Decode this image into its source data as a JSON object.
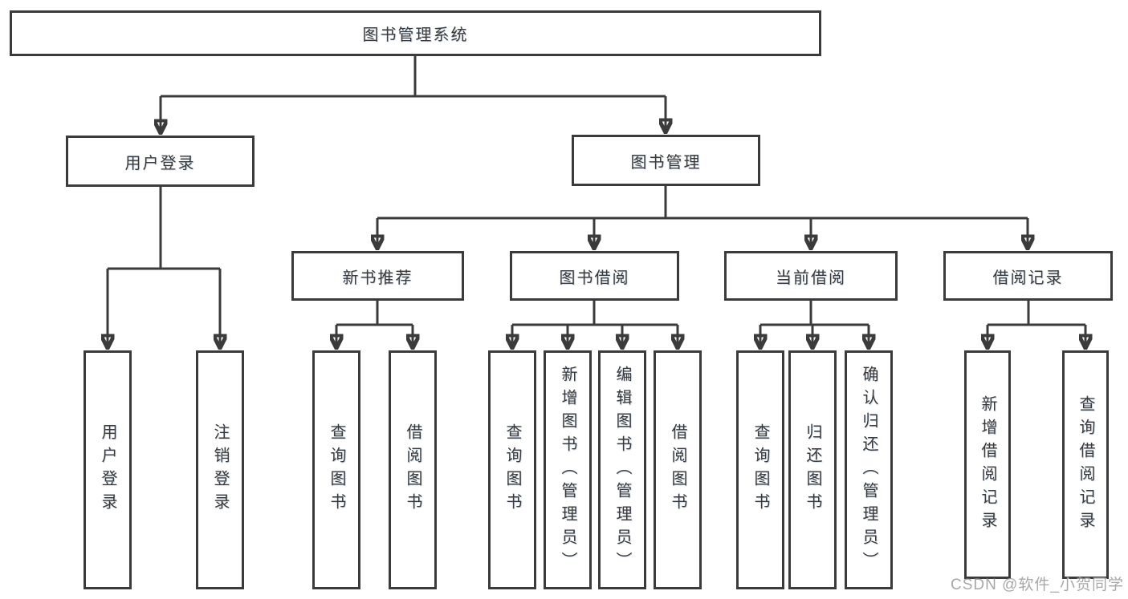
{
  "tree": {
    "label": "图书管理系统",
    "children": [
      {
        "label": "用户登录",
        "children": [
          {
            "label": "用户登录"
          },
          {
            "label": "注销登录"
          }
        ]
      },
      {
        "label": "图书管理",
        "children": [
          {
            "label": "新书推荐",
            "children": [
              {
                "label": "查询图书"
              },
              {
                "label": "借阅图书"
              }
            ]
          },
          {
            "label": "图书借阅",
            "children": [
              {
                "label": "查询图书"
              },
              {
                "label": "新增图书（管理员）"
              },
              {
                "label": "编辑图书（管理员）"
              },
              {
                "label": "借阅图书"
              }
            ]
          },
          {
            "label": "当前借阅",
            "children": [
              {
                "label": "查询图书"
              },
              {
                "label": "归还图书"
              },
              {
                "label": "确认归还（管理员）"
              }
            ]
          },
          {
            "label": "借阅记录",
            "children": [
              {
                "label": "新增借阅记录"
              },
              {
                "label": "查询借阅记录"
              }
            ]
          }
        ]
      }
    ]
  },
  "watermark": {
    "text": "CSDN @软件_小贺同学"
  },
  "colors": {
    "line": "#3b3b3b",
    "text": "#3a3a3a",
    "watermark": "#9c9c9c",
    "background": "#ffffff"
  }
}
